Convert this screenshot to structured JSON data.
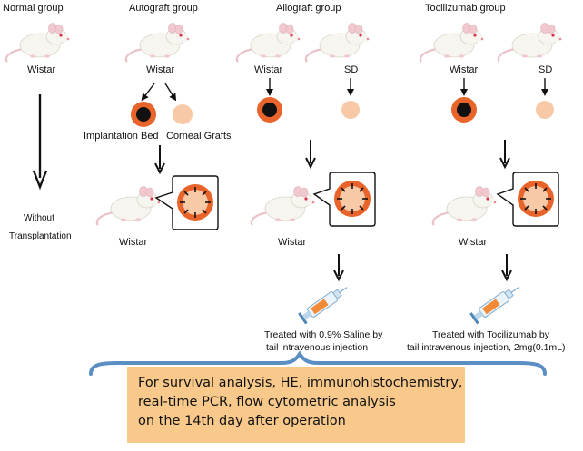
{
  "groups": {
    "normal": {
      "title": "Normal group",
      "strain": "Wistar",
      "note_line1": "Without",
      "note_line2": "Transplantation"
    },
    "autograft": {
      "title": "Autograft group",
      "donor_strain": "Wistar",
      "bed_label": "Implantation Bed",
      "graft_label": "Corneal Grafts",
      "recipient_strain": "Wistar"
    },
    "allograft": {
      "title": "Allograft group",
      "recipient_strain": "Wistar",
      "donor_strain": "SD",
      "result_strain": "Wistar",
      "treatment_line1": "Treated with 0.9% Saline by",
      "treatment_line2": "tail intravenous injection"
    },
    "tocilizumab": {
      "title": "Tocilizumab group",
      "recipient_strain": "Wistar",
      "donor_strain": "SD",
      "result_strain": "Wistar",
      "treatment_line1": "Treated with Tocilizumab by",
      "treatment_line2": "tail intravenous injection, 2mg(0.1mL)"
    }
  },
  "summary": {
    "line1": "For survival analysis, HE, immunohistochemistry,",
    "line2": "real-time PCR, flow cytometric analysis",
    "line3": "on the 14th day after operation"
  },
  "colors": {
    "graft_ring": "#e8642a",
    "graft_core": "#111111",
    "donor_disc": "#f7c9a7",
    "brace": "#5b8fc4",
    "summary_bg": "#f8c98a",
    "syringe_liquid": "#f28a36"
  }
}
